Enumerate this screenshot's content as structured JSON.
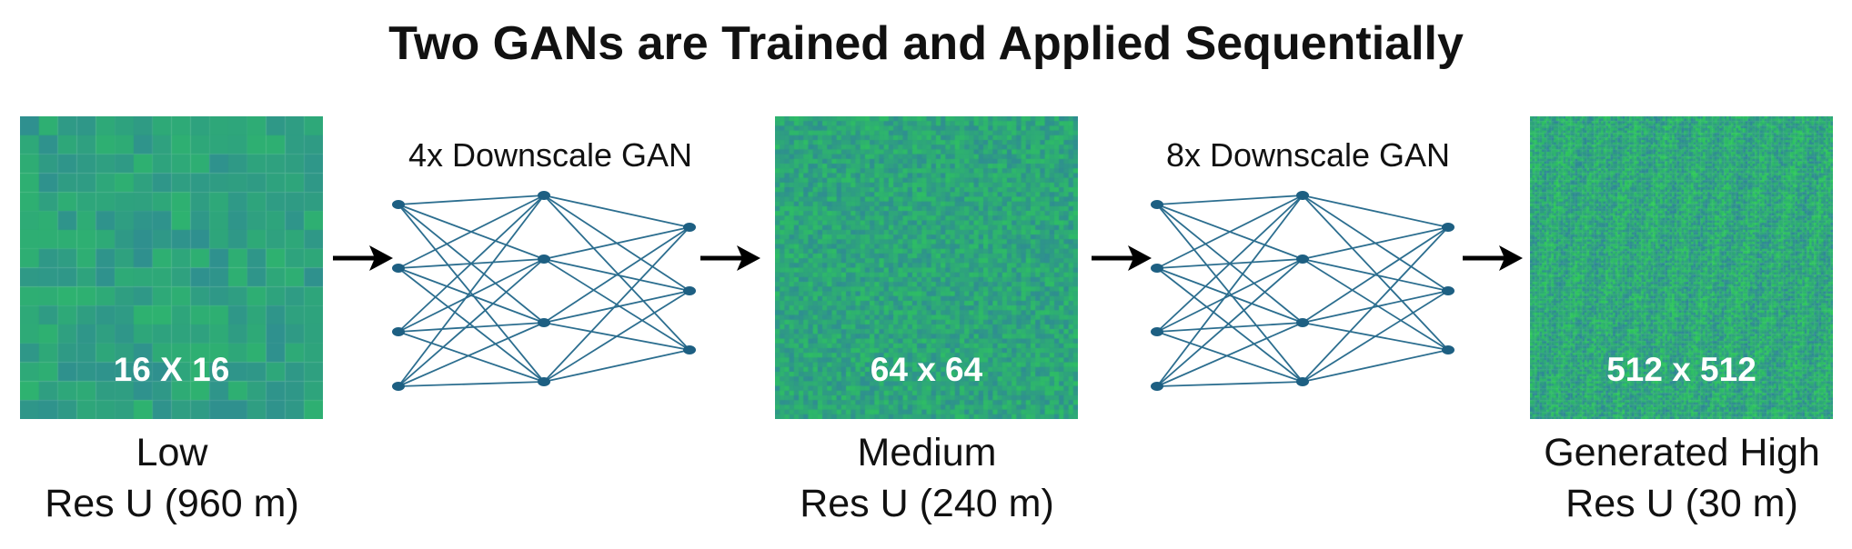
{
  "title": "Two GANs are Trained and Applied Sequentially",
  "colors": {
    "net_line": "#2c6e8f",
    "net_node": "#1d5f82",
    "arrow": "#000000",
    "palette_low": "#2f7aa3",
    "palette_high": "#2ec95a"
  },
  "panels": [
    {
      "grid_label": "16 X 16",
      "caption_line1": "Low",
      "caption_line2": "Res U (960 m)"
    },
    {
      "grid_label": "64 x 64",
      "caption_line1": "Medium",
      "caption_line2": "Res U (240 m)"
    },
    {
      "grid_label": "512 x 512",
      "caption_line1": "Generated High",
      "caption_line2": "Res U (30 m)"
    }
  ],
  "gans": [
    {
      "label": "4x Downscale GAN",
      "layers": [
        4,
        4,
        3
      ]
    },
    {
      "label": "8x Downscale GAN",
      "layers": [
        4,
        4,
        3
      ]
    }
  ]
}
